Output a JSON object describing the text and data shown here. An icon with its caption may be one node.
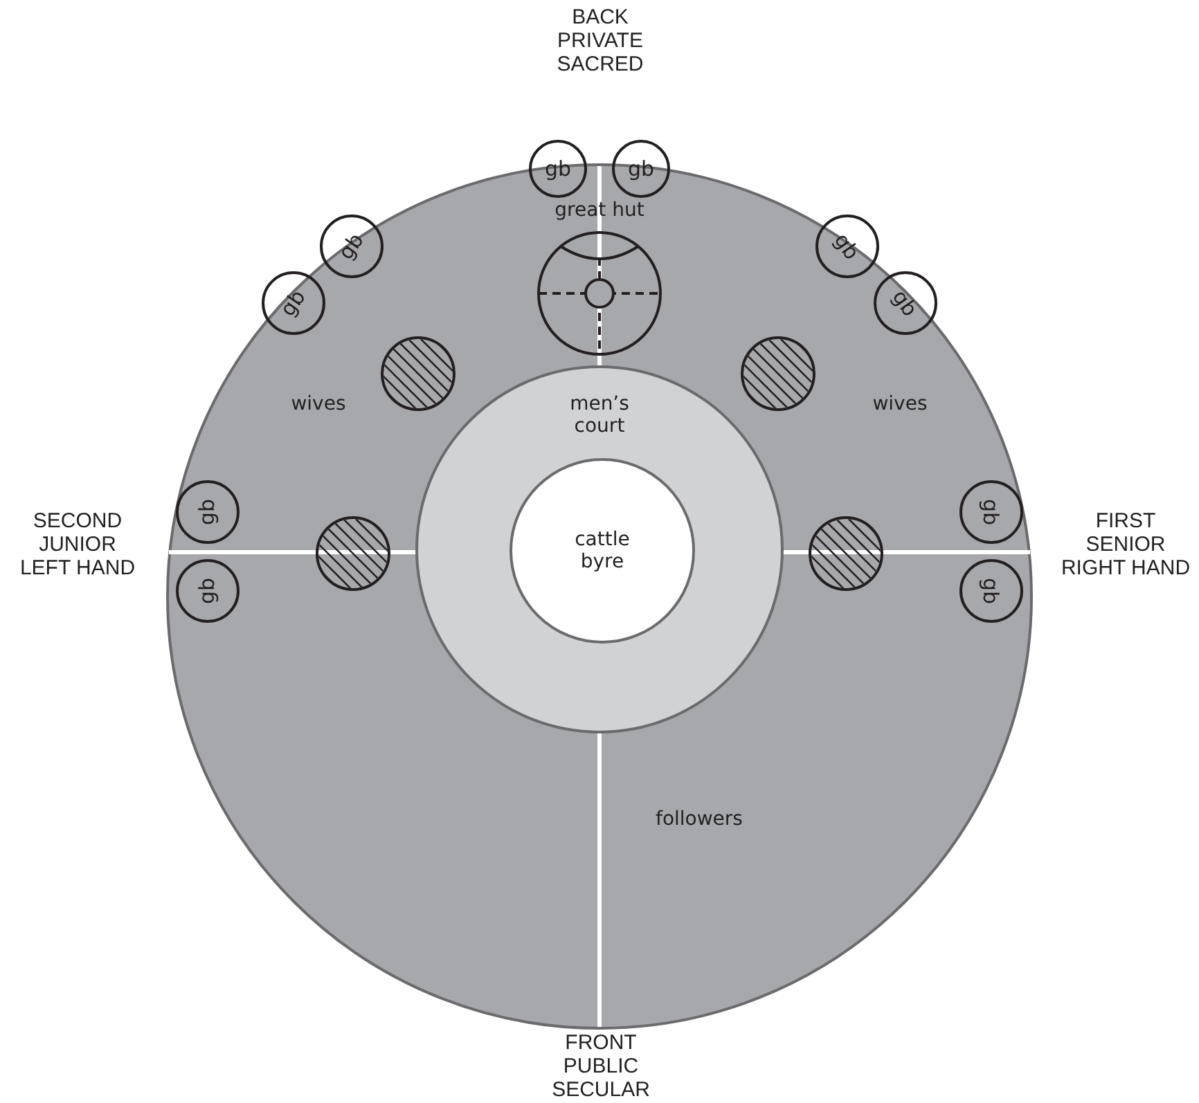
{
  "diagram": {
    "nodes": [
      {
        "text": [],
        "shape": "circle"
      },
      {
        "text": [
          "men’s court"
        ],
        "in": 0
      },
      {
        "text": [
          "cattle byre"
        ],
        "in": 1
      },
      {
        "text": [
          "great hut"
        ],
        "in": 0
      },
      {
        "text": [
          "gb"
        ],
        "in": 0
      },
      {
        "text": [
          "gb"
        ],
        "in": 0
      },
      {
        "text": [
          "gb"
        ],
        "in": 0
      },
      {
        "text": [
          "gb"
        ],
        "in": 0
      },
      {
        "text": [
          "gb"
        ],
        "in": 0
      },
      {
        "text": [
          "gb"
        ],
        "in": 0
      },
      {
        "text": [
          "gb"
        ],
        "in": 0
      },
      {
        "text": [
          "gb"
        ],
        "in": 0
      },
      {
        "text": [
          "gb"
        ],
        "in": 0
      },
      {
        "text": [
          "gb"
        ],
        "in": 0
      },
      {
        "text": [],
        "shape": "circle",
        "in": 0
      },
      {
        "text": [],
        "shape": "circle",
        "in": 0
      },
      {
        "text": [],
        "shape": "circle",
        "in": 0
      },
      {
        "text": [],
        "shape": "circle",
        "in": 0
      }
    ],
    "edges": [],
    "labels": [
      "BACK PRIVATE SACRED",
      "wives",
      "wives",
      "SECOND JUNIOR LEFT HAND",
      "FIRST SENIOR RIGHT HAND",
      "followers",
      "FRONT PUBLIC SECULAR"
    ]
  }
}
